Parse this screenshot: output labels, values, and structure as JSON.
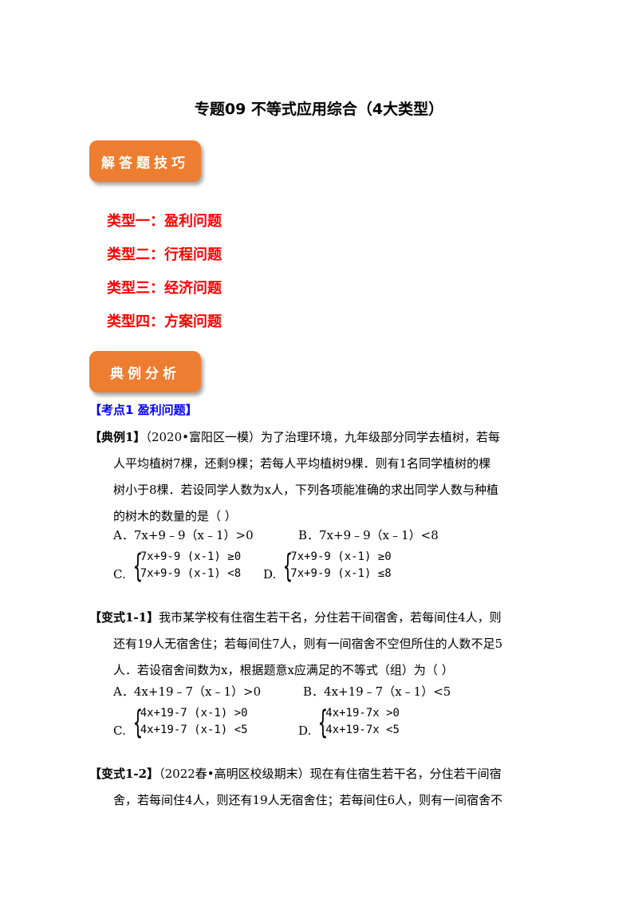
{
  "title": "专题09  不等式应用综合（4大类型）",
  "badges": {
    "skills": "解答题技巧",
    "examples": "典例分析"
  },
  "types": [
    "类型一：盈利问题",
    "类型二：行程问题",
    "类型三：经济问题",
    "类型四：方案问题"
  ],
  "topic": "【考点1    盈利问题】",
  "example1": {
    "label": "【典例1】",
    "lines": [
      "（2020•富阳区一模）为了治理环境，九年级部分同学去植树，若每",
      "人平均植树7棵，还剩9棵；若每人平均植树9棵．则有1名同学植树的棵",
      "树小于8棵．若设同学人数为x人，下列各项能准确的求出同学人数与种植",
      "的树木的数量的是（        ）"
    ],
    "optA": "A．7x+9﹣9（x﹣1）>0",
    "optB": "B．7x+9﹣9（x﹣1）<8",
    "optC_letter": "C.",
    "optC_l1": "7x+9-9 (x-1) ≥0",
    "optC_l2": "7x+9-9 (x-1) <8",
    "optD_letter": "D.",
    "optD_l1": "7x+9-9 (x-1) ≥0",
    "optD_l2": "7x+9-9 (x-1) ≤8"
  },
  "variant1": {
    "label": "【变式1-1】",
    "lines": [
      "我市某学校有住宿生若干名，分住若干间宿舍，若每间住4人，则",
      "还有19人无宿舍住；若每间住7人，则有一间宿舍不空但所住的人数不足5",
      "人．若设宿舍间数为x，根据题意x应满足的不等式（组）为（        ）"
    ],
    "optA": "A．4x+19﹣7（x﹣1）>0",
    "optB": "B．4x+19﹣7（x﹣1）<5",
    "optC_letter": "C.",
    "optC_l1": "4x+19-7 (x-1) >0",
    "optC_l2": "4x+19-7 (x-1) <5",
    "optD_letter": "D.",
    "optD_l1": "4x+19-7x >0",
    "optD_l2": "4x+19-7x <5"
  },
  "variant2": {
    "label": "【变式1-2】",
    "lines": [
      "（2022春•高明区校级期末）现在有住宿生若干名，分住若干间宿",
      "舍，若每间住4人，则还有19人无宿舍住；若每间住6人，则有一间宿舍不"
    ]
  }
}
